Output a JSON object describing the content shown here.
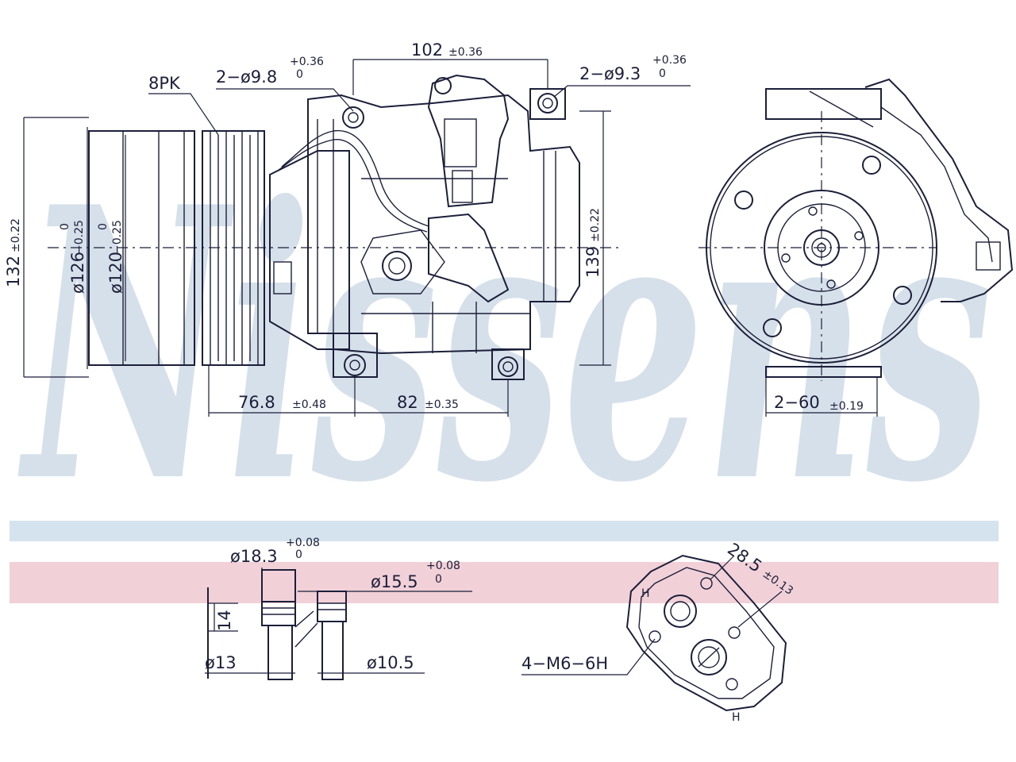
{
  "brand": {
    "watermark": "Nissens",
    "watermark_color": "#d6e0ea"
  },
  "colors": {
    "line": "#1b1f3a",
    "band_blue": "#d4e3ee",
    "band_red": "#f2d0d8"
  },
  "labels": {
    "pulley_type": "8PK",
    "hole_left": "2−ø9.8",
    "hole_left_tol_up": "+0.36",
    "hole_left_tol_lo": "0",
    "top_width": "102",
    "top_width_tol": "±0.36",
    "hole_right": "2−ø9.3",
    "hole_right_tol_up": "+0.36",
    "hole_right_tol_lo": "0",
    "height_left": "132",
    "height_left_tol": "±0.22",
    "dia_126": "ø126",
    "dia_126_tol": "−0.25",
    "dia_126_tol_up": "0",
    "dia_120": "ø120",
    "dia_120_tol": "−0.25",
    "dia_120_tol_up": "0",
    "height_right": "139",
    "height_right_tol": "±0.22",
    "bottom_left": "76.8",
    "bottom_left_tol": "±0.48",
    "bottom_right": "82",
    "bottom_right_tol": "±0.35",
    "side_width": "2−60",
    "side_width_tol": "±0.19",
    "port_18": "ø18.3",
    "port_18_tol_up": "+0.08",
    "port_18_tol_lo": "0",
    "port_15": "ø15.5",
    "port_15_tol_up": "+0.08",
    "port_15_tol_lo": "0",
    "port_14": "14",
    "port_13": "ø13",
    "port_10": "ø10.5",
    "flange_dist": "28.5",
    "flange_dist_tol": "±0.13",
    "thread": "4−M6−6H",
    "flange_h1": "H",
    "flange_h2": "H"
  }
}
